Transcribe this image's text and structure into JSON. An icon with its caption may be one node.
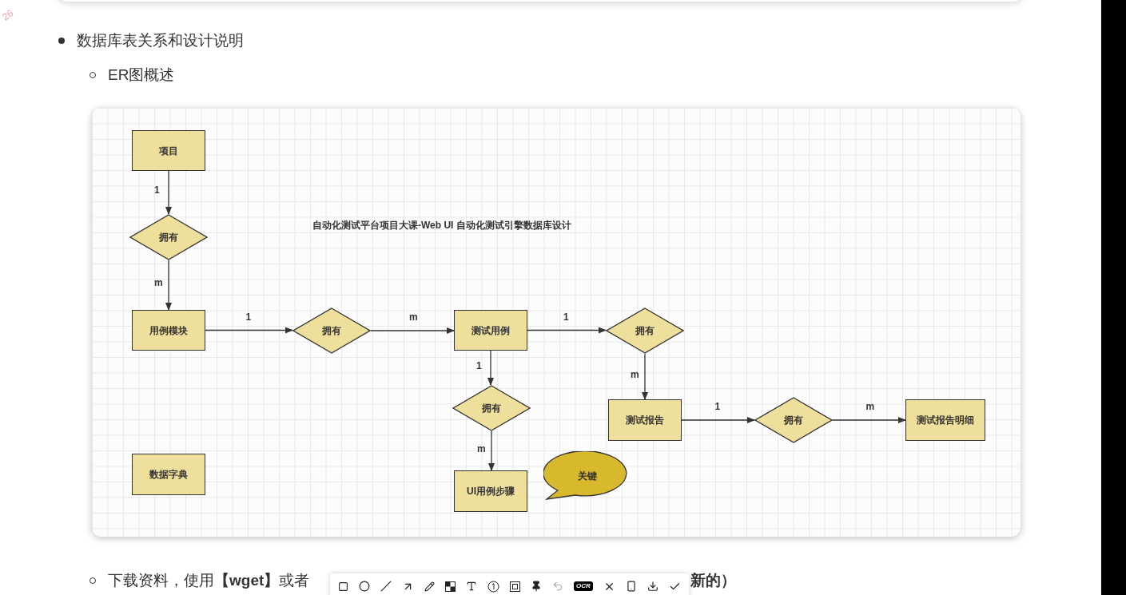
{
  "diagram": {
    "title": "自动化测试平台项目大课-Web UI 自动化测试引擎数据库设计",
    "nodes": [
      {
        "text": [
          "项目"
        ]
      },
      {
        "text": [
          "拥有"
        ]
      },
      {
        "text": [
          "用例模块"
        ]
      },
      {
        "text": [
          "拥有"
        ]
      },
      {
        "text": [
          "测试用例"
        ]
      },
      {
        "text": [
          "拥有"
        ]
      },
      {
        "text": [
          "拥有"
        ]
      },
      {
        "text": [
          "测试报告"
        ]
      },
      {
        "text": [
          "拥有"
        ]
      },
      {
        "text": [
          "测试报告明细"
        ]
      },
      {
        "text": [
          "UI用例步骤"
        ]
      },
      {
        "text": [
          "数据字典"
        ]
      },
      {
        "text": [
          "关键"
        ]
      }
    ],
    "edges": [
      {
        "from": 0,
        "to": 1,
        "arrow": "to",
        "label": "1"
      },
      {
        "from": 1,
        "to": 2,
        "arrow": "to",
        "label": "m"
      },
      {
        "from": 2,
        "to": 3,
        "arrow": "to",
        "label": "1"
      },
      {
        "from": 3,
        "to": 4,
        "arrow": "to",
        "label": "m"
      },
      {
        "from": 4,
        "to": 5,
        "arrow": "to",
        "label": "1"
      },
      {
        "from": 5,
        "to": 7,
        "arrow": "to",
        "label": "m"
      },
      {
        "from": 4,
        "to": 6,
        "arrow": "to",
        "label": "1"
      },
      {
        "from": 6,
        "to": 10,
        "arrow": "to",
        "label": "m"
      },
      {
        "from": 7,
        "to": 8,
        "arrow": "to",
        "label": "1"
      },
      {
        "from": 8,
        "to": 9,
        "arrow": "to",
        "label": "m"
      }
    ],
    "labels": [
      "26",
      "数据库表关系和设计说明",
      "ER图概述",
      "下载资料，使用**【wget】**或者",
      "新的）",
      "OCR"
    ]
  }
}
